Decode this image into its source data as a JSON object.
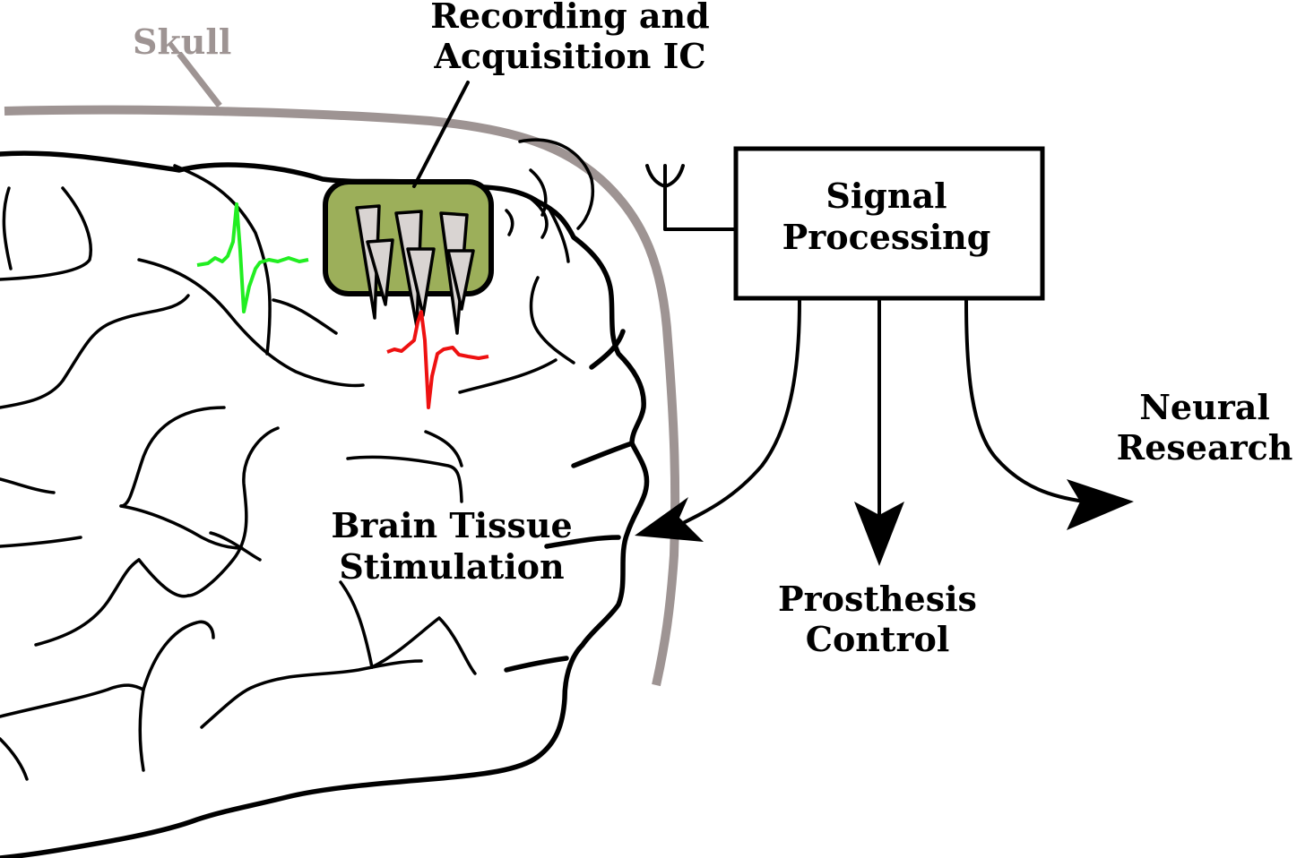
{
  "labels": {
    "skull": "Skull",
    "ic_line1": "Recording and",
    "ic_line2": "Acquisition IC",
    "sp_line1": "Signal",
    "sp_line2": "Processing",
    "neural_line1": "Neural",
    "neural_line2": "Research",
    "prosthesis_line1": "Prosthesis",
    "prosthesis_line2": "Control",
    "brain_line1": "Brain Tissue",
    "brain_line2": "Stimulation"
  },
  "colors": {
    "skull": "#9e9493",
    "ic_fill": "#9caf5a",
    "electrode_fill": "#d9d4d2",
    "spike_green": "#22ee22",
    "spike_red": "#ee1111",
    "stroke": "#000000"
  }
}
